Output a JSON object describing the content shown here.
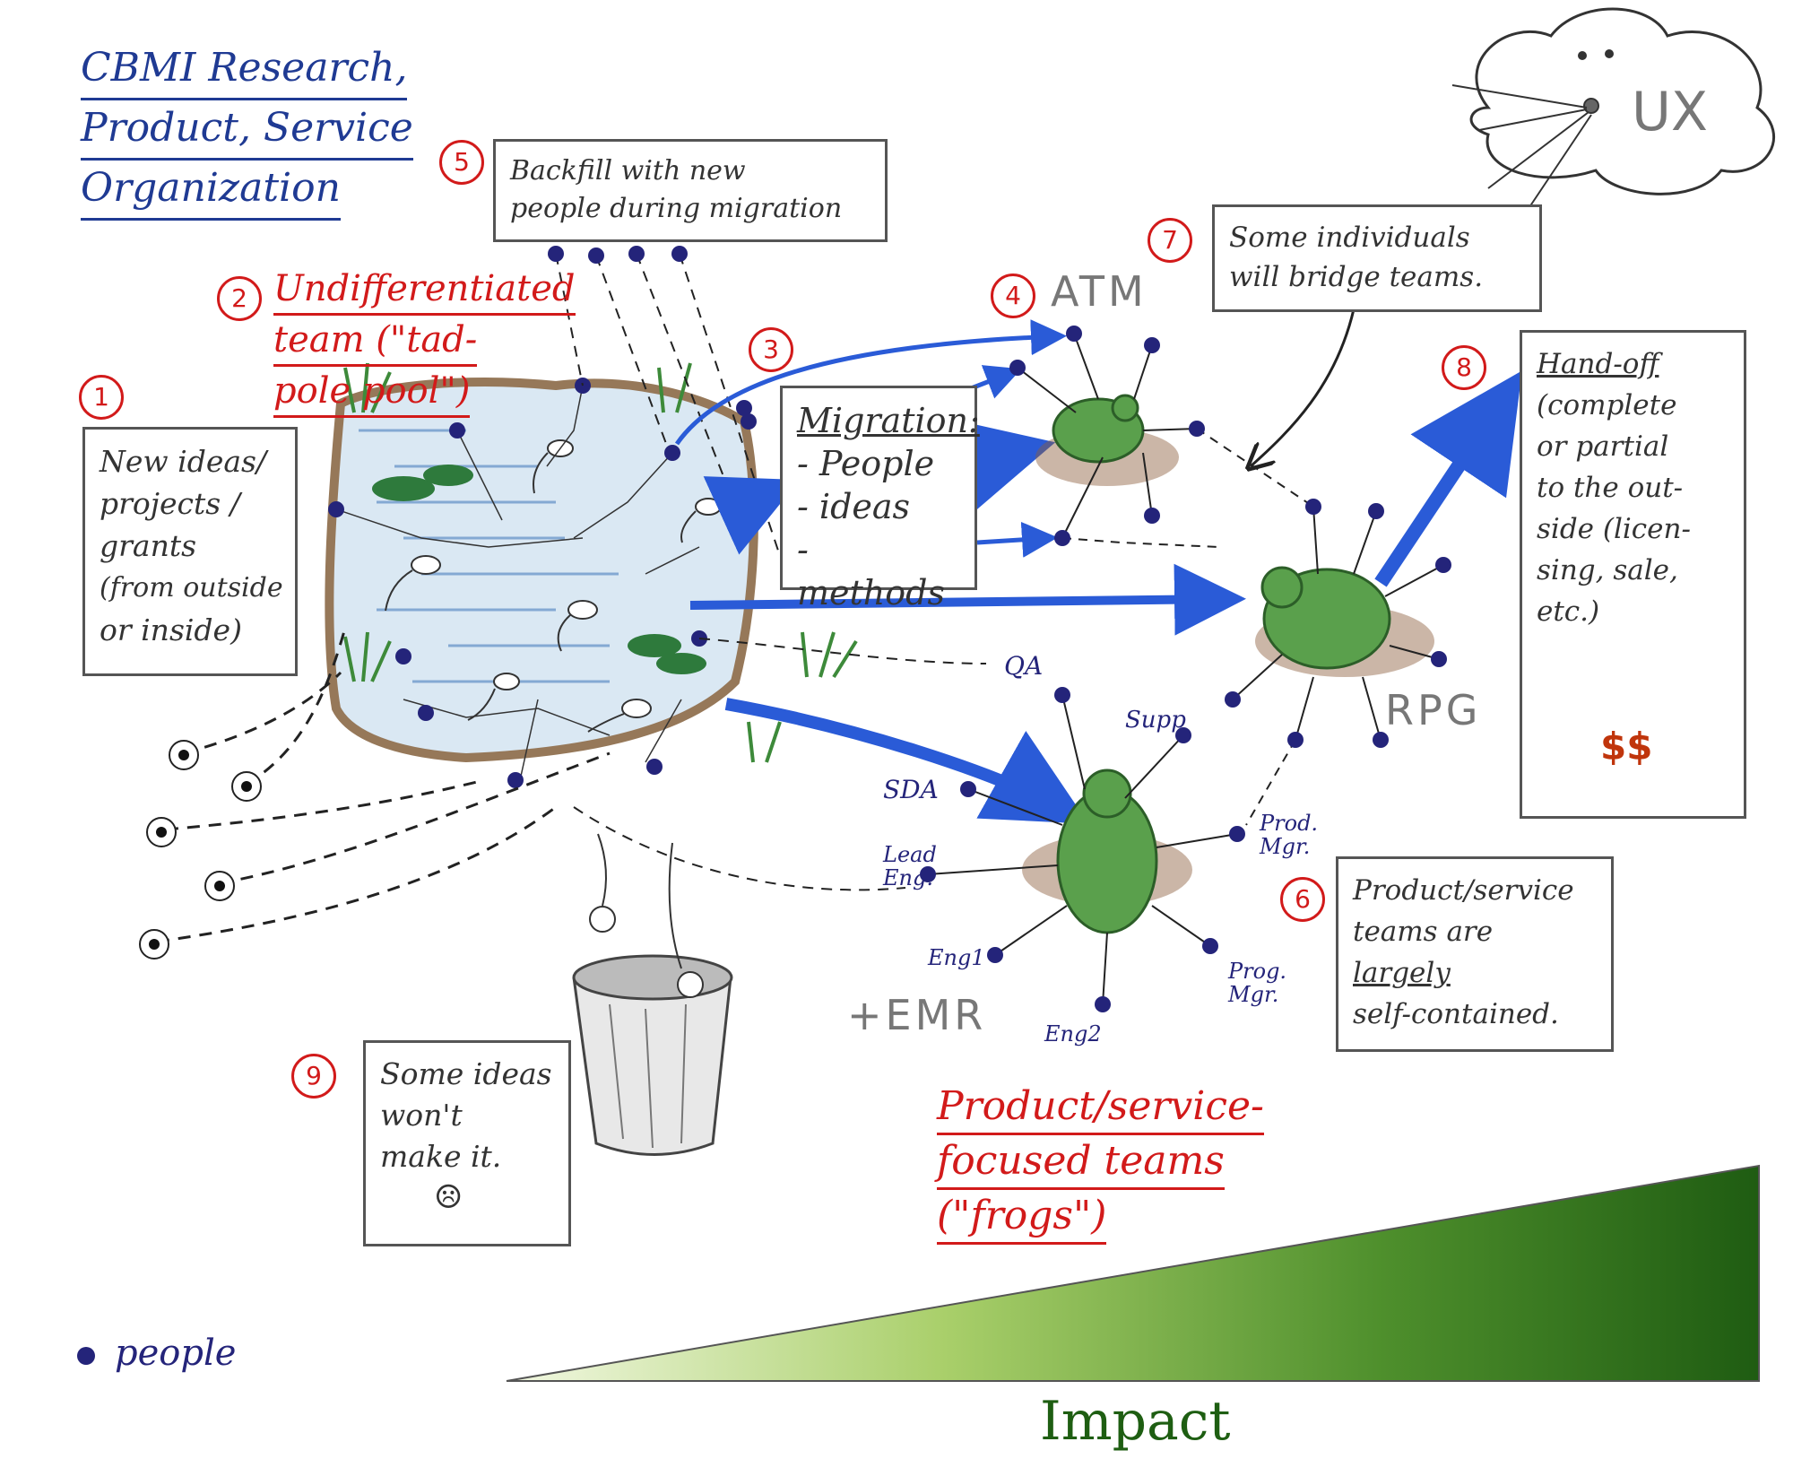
{
  "title": {
    "lines": [
      "CBMI Research,",
      "Product, Service",
      "Organization"
    ]
  },
  "steps": [
    {
      "num": "1",
      "text": [
        "New ideas/",
        "projects /",
        "grants",
        "(from outside",
        "or inside)"
      ]
    },
    {
      "num": "2",
      "text": [
        "Undifferentiated",
        "team (\"tad-",
        "pole pool\")"
      ]
    },
    {
      "num": "3"
    },
    {
      "num": "4",
      "team": "ATM"
    },
    {
      "num": "5",
      "text": [
        "Backfill with new",
        "people during migration"
      ]
    },
    {
      "num": "6",
      "text": [
        "Product/service",
        "teams are",
        "largely",
        "self-contained."
      ]
    },
    {
      "num": "7",
      "text": [
        "Some individuals",
        "will bridge teams."
      ]
    },
    {
      "num": "8",
      "text": [
        "Hand-off",
        "(complete",
        "or partial",
        "to the out-",
        "side (licen-",
        "sing, sale,",
        "etc.)"
      ]
    },
    {
      "num": "9",
      "text": [
        "Some ideas",
        "won't",
        "make it."
      ]
    }
  ],
  "migration": {
    "title": "Migration:",
    "items": [
      "- People",
      "- ideas",
      "- methods"
    ]
  },
  "teams": {
    "atm": "ATM",
    "rpg": "RPG",
    "emr": "+EMR"
  },
  "roles": {
    "qa": "QA",
    "supp": "Supp",
    "sda": "SDA",
    "lead_eng": [
      "Lead",
      "Eng."
    ],
    "eng1": "Eng1",
    "eng2": "Eng2",
    "prod_mgr": [
      "Prod.",
      "Mgr."
    ],
    "prog_mgr": [
      "Prog.",
      "Mgr."
    ]
  },
  "frogs_label": [
    "Product/service-",
    "focused teams",
    "(\"frogs\")"
  ],
  "cloud_label": "UX",
  "money_label": "$$",
  "legend": "people",
  "impact_label": "Impact",
  "colors": {
    "ink_blue": "#24247a",
    "arrow_blue": "#2a5bd7",
    "red": "#d21a1a",
    "green": "#3d8a3a",
    "impact_dark": "#1e5e12",
    "impact_light": "#eef6d8",
    "money": "#f08a1c"
  }
}
